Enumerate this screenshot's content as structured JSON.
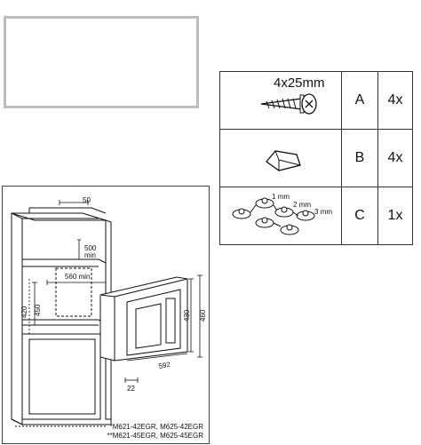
{
  "parts": [
    {
      "label": "4x25mm",
      "icon": "screw-icon",
      "letter": "A",
      "qty": "4x"
    },
    {
      "label": "",
      "icon": "wedge-icon",
      "letter": "B",
      "qty": "4x"
    },
    {
      "label": "",
      "icon": "spacer-pads-icon",
      "letter": "C",
      "qty": "1x",
      "spacer_sizes": [
        "1 mm",
        "2 mm",
        "3 mm"
      ]
    }
  ],
  "dimensions": {
    "depth_top": "50",
    "gap_500": "500",
    "gap_min": "min",
    "width_560": "560 min",
    "height_420": "420",
    "height_450": "450",
    "oven_height_430": "430",
    "oven_height_460": "460",
    "oven_width": "592",
    "oven_depth": "22"
  },
  "notes": {
    "note1": "*M621-42EGR, M625-42EGR",
    "note2": "**M621-45EGR, M625-45EGR"
  }
}
